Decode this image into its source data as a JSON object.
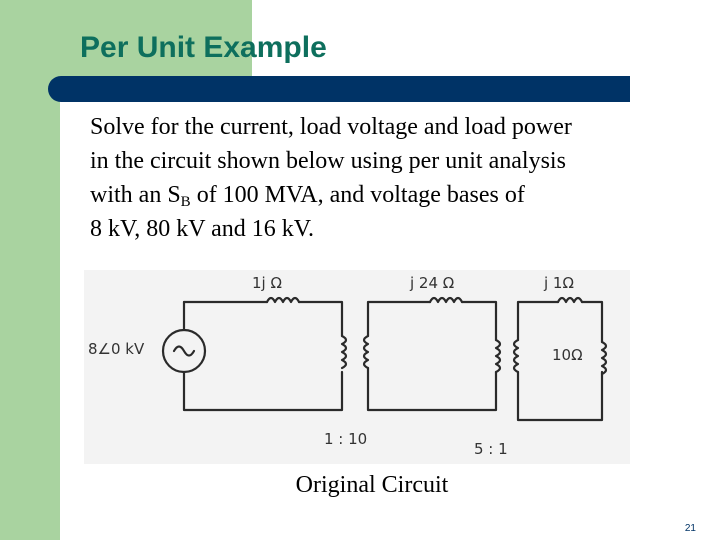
{
  "slide": {
    "title": "Per Unit Example",
    "body": {
      "line1": "Solve for the current, load voltage and load power",
      "line2": "in the circuit shown below using per unit analysis",
      "line3_pre": "with an S",
      "line3_sub": "B",
      "line3_post": " of 100 MVA, and voltage bases of",
      "line4": "8 kV, 80 kV  and 16 kV."
    },
    "circuit_labels": {
      "source": "8∠0 kV",
      "x1": "1j Ω",
      "x2": "j 24 Ω",
      "x3": "j 1Ω",
      "load": "10Ω",
      "t1_ratio": "1 : 10",
      "t2_ratio": "5 : 1"
    },
    "caption": "Original Circuit",
    "page_number": "21"
  },
  "colors": {
    "accent_green": "#a9d3a0",
    "title_color": "#0e6f5d",
    "bar_navy": "#003366"
  }
}
